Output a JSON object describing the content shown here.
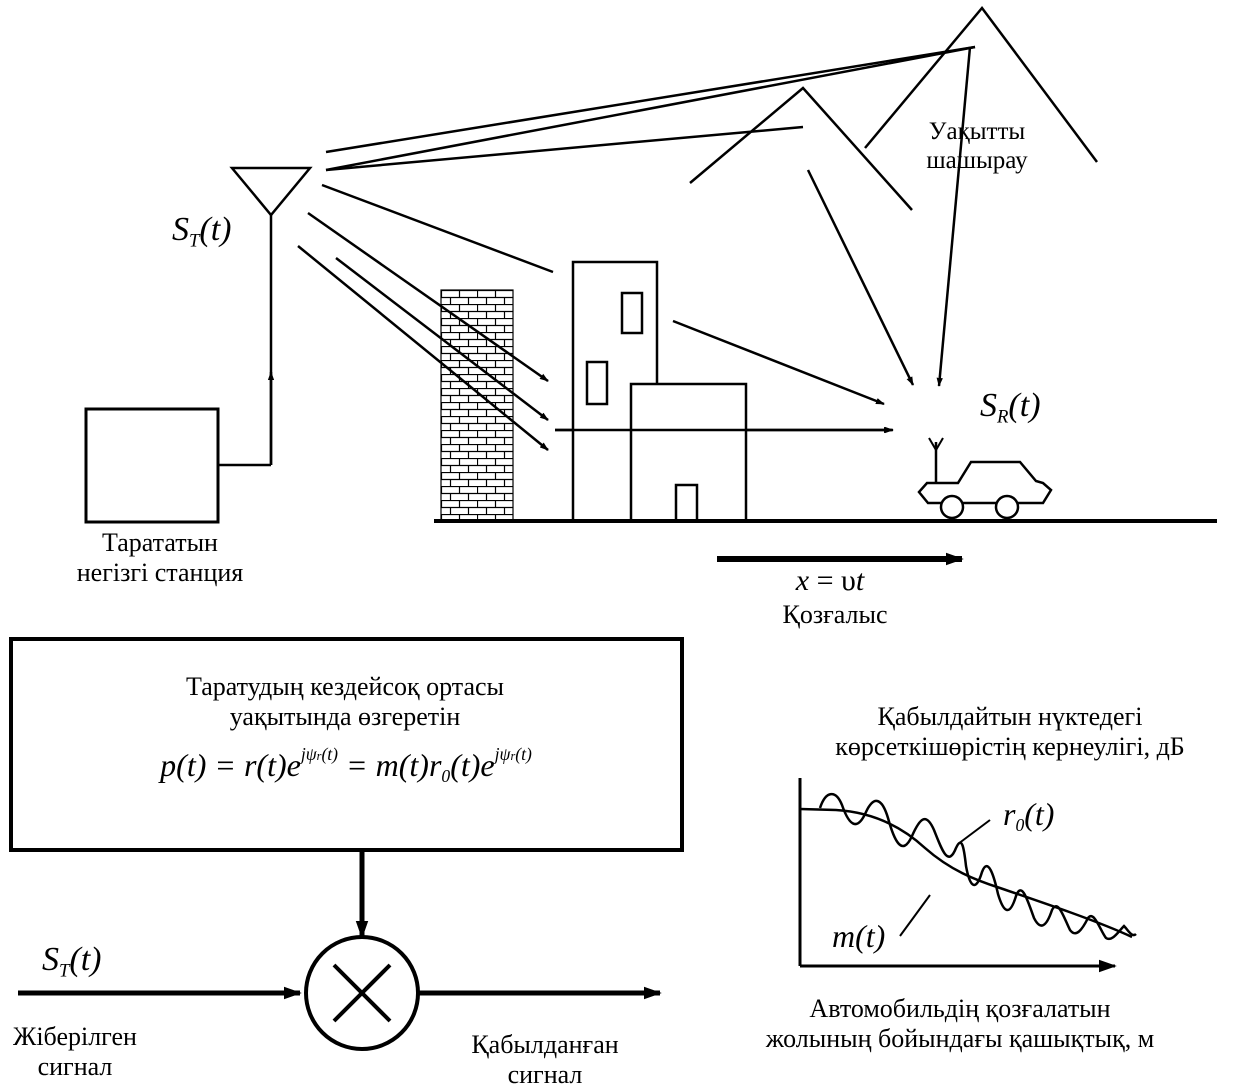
{
  "labels": {
    "scatter": [
      "Уақытты",
      "шашырау"
    ],
    "base_station": [
      "Тарататын",
      "негізгі станция"
    ],
    "motion_formula": "x = υt",
    "motion": "Қозғалыс",
    "medium_box": [
      "Таратудың кездейсоқ ортасы",
      "уақытында өзгеретін"
    ],
    "medium_formula": "p(t) = r(t)e^{jψr(t)} = m(t)r0(t)e^{jψr(t)}",
    "field_strength": [
      "Қабылдайтын нүктедегі",
      "көрсеткішөрістің кернеулігі, дБ"
    ],
    "distance": [
      "Автомобильдің қозғалатын",
      "жолының бойындағы қашықтық, м"
    ],
    "sent": [
      "Жіберілген",
      "сигнал"
    ],
    "received": [
      "Қабылданған",
      "сигнал"
    ]
  },
  "symbols": {
    "st_s": "S",
    "st_sub": "T",
    "st_t": "(t)",
    "sr_s": "S",
    "sr_sub": "R",
    "sr_t": "(t)",
    "m": "m(t)",
    "r0_r": "r",
    "r0_sub": "0",
    "r0_t": "(t)"
  },
  "formulas": {
    "motion": {
      "x": "x",
      "eq": " = ",
      "ups": "υ",
      "t": "t"
    },
    "medium": {
      "p": "p(t) = r(t)e",
      "exp1": "jψ",
      "exp1_sub": "r",
      "exp1_t": "(t)",
      "mid": " = m(t)r",
      "sub0": "0",
      "tail": "(t)e",
      "exp2": "jψ",
      "exp2_sub": "r",
      "exp2_t": "(t)"
    }
  }
}
